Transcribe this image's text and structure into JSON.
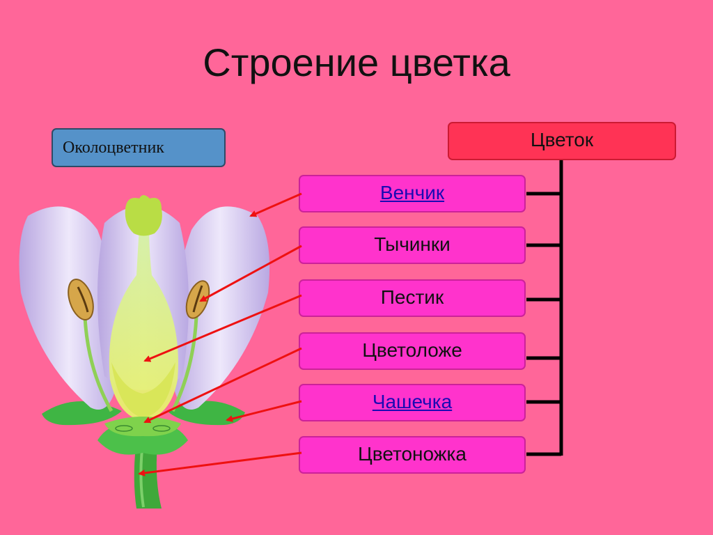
{
  "slide": {
    "title": "Строение цветка",
    "perianth_label": "Околоцветник",
    "root_label": "Цветок",
    "parts": [
      {
        "label": "Венчик",
        "link": true
      },
      {
        "label": "Тычинки",
        "link": false
      },
      {
        "label": "Пестик",
        "link": false
      },
      {
        "label": "Цветоложе",
        "link": false
      },
      {
        "label": "Чашечка",
        "link": true
      },
      {
        "label": "Цветоножка",
        "link": false
      }
    ]
  },
  "colors": {
    "background": "#ff6699",
    "root_box": "#ff3355",
    "part_box": "#ff33cc",
    "perianth_box": "#5592c9",
    "link_text": "#1a0ab3",
    "arrow": "#ee1111",
    "connector": "#000000"
  }
}
